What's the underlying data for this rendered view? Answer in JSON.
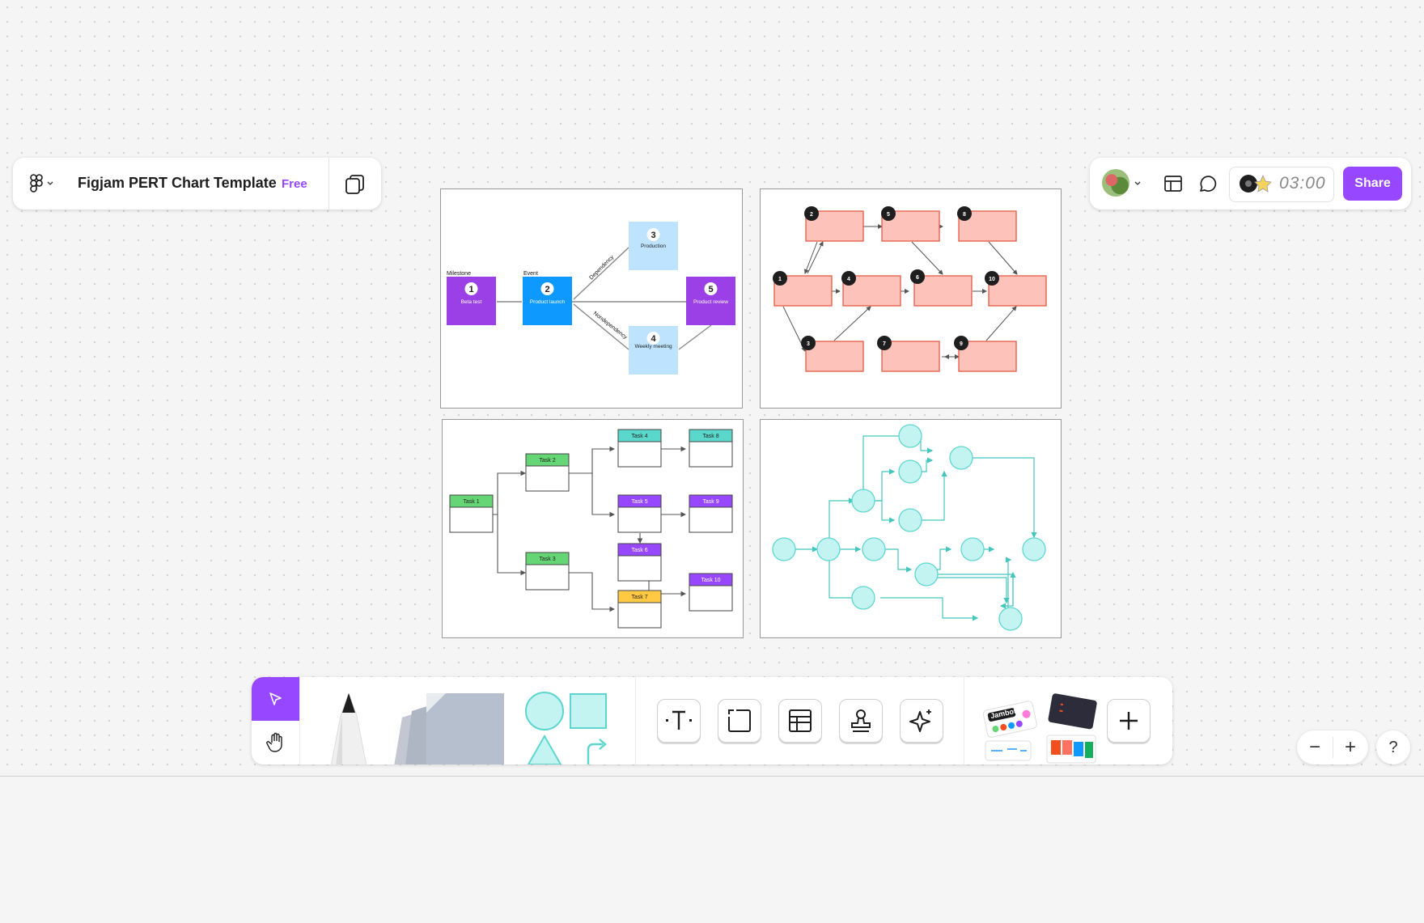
{
  "file": {
    "title": "Figjam PERT Chart Template",
    "plan_badge": "Free"
  },
  "header": {
    "timer": "03:00",
    "share_label": "Share"
  },
  "frame1": {
    "milestone_label": "Milestone",
    "event_label": "Event",
    "dependency_label": "Dependency",
    "nondependency_label": "Nondependency",
    "nodes": [
      {
        "num": "1",
        "text": "Beta test"
      },
      {
        "num": "2",
        "text": "Product launch"
      },
      {
        "num": "3",
        "text": "Production"
      },
      {
        "num": "4",
        "text": "Weekly meeting"
      },
      {
        "num": "5",
        "text": "Product review"
      }
    ]
  },
  "frame2": {
    "nums": [
      "1",
      "2",
      "3",
      "4",
      "5",
      "6",
      "7",
      "8",
      "9",
      "10"
    ]
  },
  "frame3": {
    "tasks": [
      "Task 1",
      "Task 2",
      "Task 3",
      "Task 4",
      "Task 5",
      "Task 6",
      "Task 7",
      "Task 8",
      "Task 9",
      "Task 10"
    ]
  },
  "toolbar": {
    "jambot_label": "Jambot"
  },
  "zoom": {
    "minus": "−",
    "plus": "+",
    "help": "?"
  },
  "colors": {
    "accent": "#9747ff",
    "salmon": "#fdc3bb",
    "teal": "#c4f4f2",
    "teal_stroke": "#5ed6cf"
  }
}
